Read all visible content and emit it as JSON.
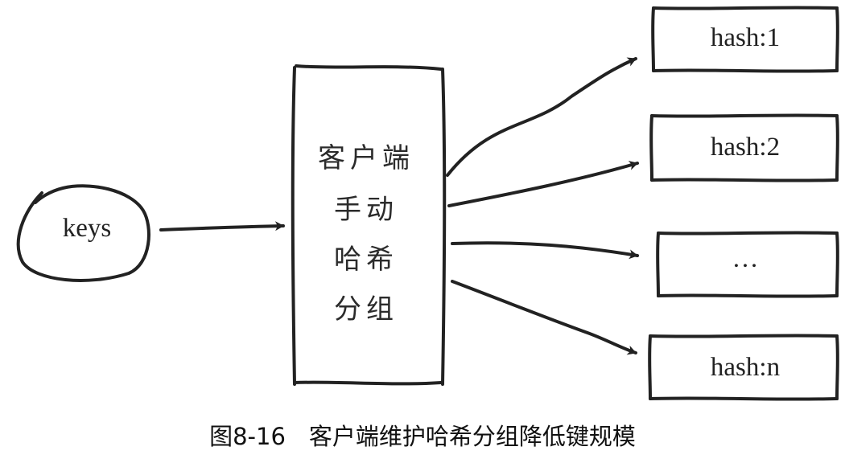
{
  "input": {
    "label": "keys"
  },
  "center_box": {
    "lines": [
      "客户端",
      "手动",
      "哈希",
      "分组"
    ]
  },
  "outputs": [
    {
      "label": "hash:1"
    },
    {
      "label": "hash:2"
    },
    {
      "label": "…"
    },
    {
      "label": "hash:n"
    }
  ],
  "caption": "图8-16　客户端维护哈希分组降低键规模",
  "colors": {
    "ink": "#222222",
    "background": "#ffffff"
  }
}
